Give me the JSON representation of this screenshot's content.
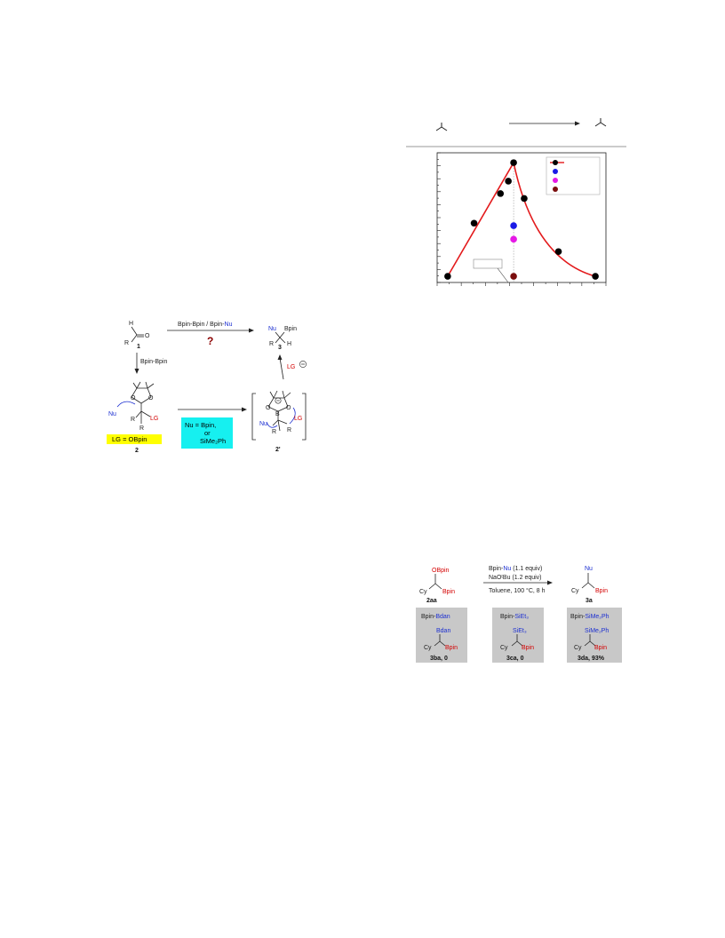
{
  "scheme1": {
    "arrow_label_a": "Bpin-Bpin / Bpin-",
    "arrow_label_nu": "Nu",
    "question_mark": "?",
    "aldehyde_h": "H",
    "aldehyde_o": "O",
    "aldehyde_r": "R",
    "compound1": "1",
    "product_nu": "Nu",
    "product_bpin": "Bpin",
    "product_r": "R",
    "product_h": "H",
    "compound3": "3",
    "down_arrow_label": "Bpin-Bpin",
    "up_arrow_lg": "LG",
    "nu_label": "Nu",
    "lg_label": "LG",
    "r_label": "R",
    "yellow_box": "LG = OBpin",
    "compound2": "2",
    "cyan_line1": "Nu = Bpin,",
    "cyan_line2": "or",
    "cyan_line3": "SiMe₂Ph",
    "intermediate_nu": "Nu",
    "intermediate_lg": "LG",
    "intermediate_b": "B",
    "compound2p": "2'"
  },
  "chart_data": {
    "type": "line",
    "title": "",
    "xlabel": "",
    "ylabel": "",
    "series": [
      {
        "points": [
          [
            1,
            0.05
          ],
          [
            2,
            0.48
          ],
          [
            3,
            0.72
          ],
          [
            3.3,
            0.82
          ],
          [
            3.5,
            0.97
          ],
          [
            3.9,
            0.68
          ],
          [
            5.2,
            0.25
          ],
          [
            6.6,
            0.05
          ]
        ],
        "color": "#000000"
      },
      {
        "points": [
          [
            3.5,
            0.46
          ]
        ],
        "color": "#1a1ae6"
      },
      {
        "points": [
          [
            3.5,
            0.35
          ]
        ],
        "color": "#e619e6"
      },
      {
        "points": [
          [
            3.5,
            0.05
          ]
        ],
        "color": "#7a0d0d"
      }
    ],
    "fit_color": "#e31a1c",
    "xlim": [
      0.6,
      7
    ],
    "ylim": [
      0,
      1.05
    ]
  },
  "scheme2": {
    "reagent_line1_a": "Bpin-",
    "reagent_line1_nu": "Nu",
    "reagent_line1_b": " (1.1 equiv)",
    "reagent_line2": "NaOᵗBu (1.2 equiv)",
    "conditions": "Toluene, 100 °C, 8 h",
    "sm_obpin": "OBpin",
    "sm_cy": "Cy",
    "sm_bpin": "Bpin",
    "sm_label": "2aa",
    "prod_nu": "Nu",
    "prod_cy": "Cy",
    "prod_bpin": "Bpin",
    "prod_label": "3a",
    "boxes": [
      {
        "reagent_a": "Bpin-",
        "reagent_b": "Bdan",
        "nu": "Bdan",
        "cy": "Cy",
        "bpin": "Bpin",
        "label": "3ba, 0"
      },
      {
        "reagent_a": "Bpin-",
        "reagent_b": "SiEt₃",
        "nu": "SiEt₃",
        "cy": "Cy",
        "bpin": "Bpin",
        "label": "3ca, 0"
      },
      {
        "reagent_a": "Bpin-",
        "reagent_b": "SiMe₂Ph",
        "nu": "SiMe₂Ph",
        "cy": "Cy",
        "bpin": "Bpin",
        "label": "3da, 93%"
      }
    ]
  }
}
